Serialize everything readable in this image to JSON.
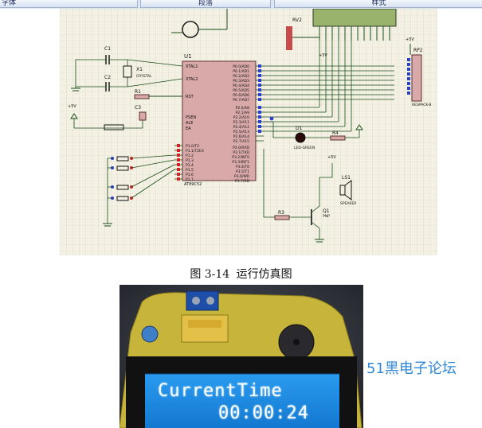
{
  "ribbon": {
    "tab1": "字体",
    "tab2": "段落",
    "tab3": "样式"
  },
  "schematic": {
    "labels": {
      "u1": "U1",
      "u1_part": "AT89C52",
      "xtal1": "XTAL1",
      "xtal2": "XTAL2",
      "rst": "RST",
      "psen": "PSEN",
      "ale": "ALE",
      "ea": "EA",
      "c1": "C1",
      "c2": "C2",
      "c3": "C3",
      "x1": "X1",
      "crystal": "CRYSTAL",
      "r1": "R1",
      "r3": "R3",
      "r4": "R4",
      "rv2": "RV2",
      "rp2": "RP2",
      "respack": "RESPACK-8",
      "d1": "D1",
      "led": "LED-GREEN",
      "ls1": "LS1",
      "speaker": "SPEAKER",
      "q1": "Q1",
      "pnp": "PNP",
      "v5_1": "+5V",
      "v5_2": "+5V",
      "v5_3": "+5V",
      "v5_4": "+5V",
      "p1_lbl": [
        "P1.0/T2",
        "P1.1/T2EX",
        "P1.2",
        "P1.3",
        "P1.4",
        "P1.5",
        "P1.6",
        "P1.7"
      ],
      "p0_lbl": [
        "P0.0/AD0",
        "P0.1/AD1",
        "P0.2/AD2",
        "P0.3/AD3",
        "P0.4/AD4",
        "P0.5/AD5",
        "P0.6/AD6",
        "P0.7/AD7"
      ],
      "p2_lbl": [
        "P2.0/A8",
        "P2.1/A9",
        "P2.2/A10",
        "P2.3/A11",
        "P2.4/A12",
        "P2.5/A13",
        "P2.6/A14",
        "P2.7/A15"
      ],
      "p3_lbl": [
        "P3.0/RXD",
        "P3.1/TXD",
        "P3.2/INT0",
        "P3.3/INT1",
        "P3.4/T0",
        "P3.5/T1",
        "P3.6/WR",
        "P3.7/RD"
      ]
    }
  },
  "caption": {
    "figure_no": "图 3-14",
    "title": "运行仿真图"
  },
  "photo": {
    "lcd_line1": "CurrentTime",
    "lcd_line2": "00:00:24"
  },
  "watermark": "51黑电子论坛",
  "colors": {
    "schematic_bg": "#f3f1e3",
    "grid": "#d8d4bd",
    "wire": "#1a4d1a",
    "chip": "#d9a9a9",
    "lcd_bg": "#1f8fe6",
    "watermark": "#2f88d8"
  }
}
